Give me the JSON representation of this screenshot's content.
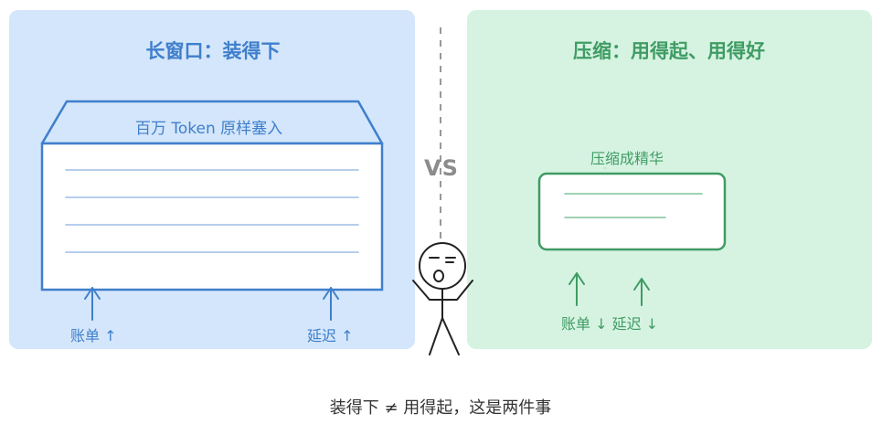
{
  "left_panel": {
    "title": "长窗口：装得下",
    "box_label": "百万 Token 原样塞入",
    "cost_label": "账单 ↑",
    "latency_label": "延迟 ↑"
  },
  "right_panel": {
    "title": "压缩：用得起、用得好",
    "box_label": "压缩成精华",
    "metrics_label": "账单 ↓ 延迟 ↓"
  },
  "divider": {
    "vs_label": "VS"
  },
  "footer": {
    "caption": "装得下 ≠ 用得起，这是两件事"
  },
  "colors": {
    "left_accent": "#3f7fcc",
    "left_bg": "#d4e6fb",
    "right_accent": "#3f9c63",
    "right_bg": "#d6f3e2"
  },
  "icons": [
    "up-arrow-icon",
    "stick-figure-icon"
  ]
}
